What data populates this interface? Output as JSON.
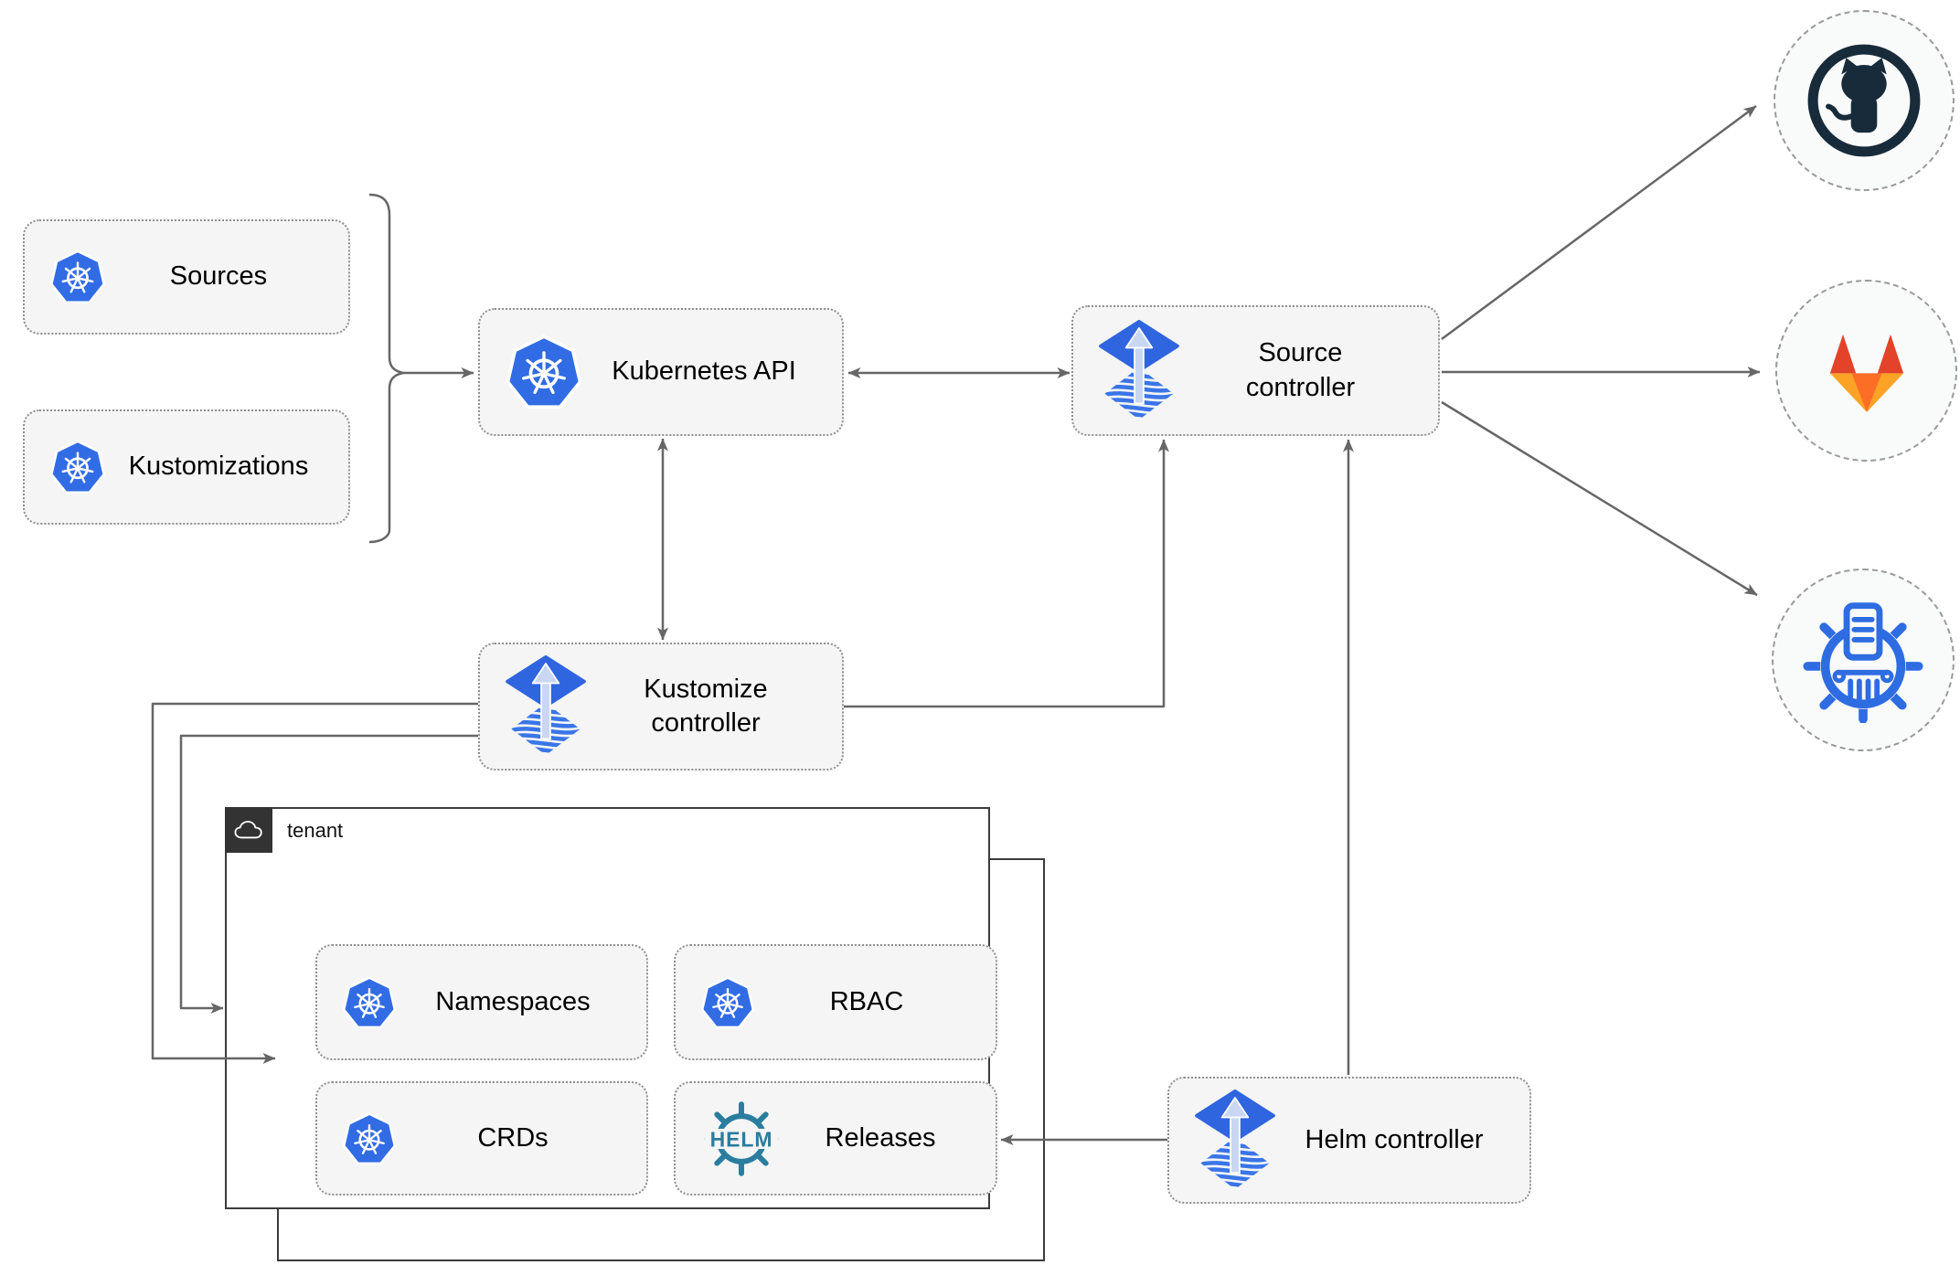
{
  "nodes": {
    "sources": {
      "label": "Sources"
    },
    "kustomizations": {
      "label": "Kustomizations"
    },
    "kubernetes_api": {
      "label": "Kubernetes API"
    },
    "source_controller": {
      "label": "Source controller"
    },
    "kustomize_controller": {
      "label": "Kustomize controller"
    },
    "helm_controller": {
      "label": "Helm controller"
    },
    "namespaces": {
      "label": "Namespaces"
    },
    "rbac": {
      "label": "RBAC"
    },
    "crds": {
      "label": "CRDs"
    },
    "releases": {
      "label": "Releases"
    }
  },
  "tenants": {
    "back": {
      "label": "tenant"
    },
    "front": {
      "label": "tenant"
    }
  },
  "icons": {
    "helm_wordmark": "HELM",
    "kubernetes": "kubernetes-wheel-icon",
    "flux": "flux-gitops-icon",
    "github": "github-octocat-icon",
    "gitlab": "gitlab-tanuki-icon",
    "chartmuseum": "chartmuseum-helm-repository-icon",
    "cloud": "cloud-icon"
  },
  "colors": {
    "kubernetes_blue": "#326CE5",
    "flux_blue": "#3065E0",
    "flux_light": "#C9D7F2",
    "helm_teal": "#2A7D9E",
    "chartmuseum_blue": "#2E6CE2",
    "github_dark": "#182B3A",
    "gitlab_red": "#E24329",
    "gitlab_orange": "#FC6D26",
    "gitlab_yellow": "#FCA326",
    "line_gray": "#666666",
    "node_fill": "#F5F5F5",
    "node_border": "#8F8F8F",
    "tenant_border": "#3B3B3B",
    "tenant_header_bg": "#333333",
    "text_color": "#000000"
  }
}
